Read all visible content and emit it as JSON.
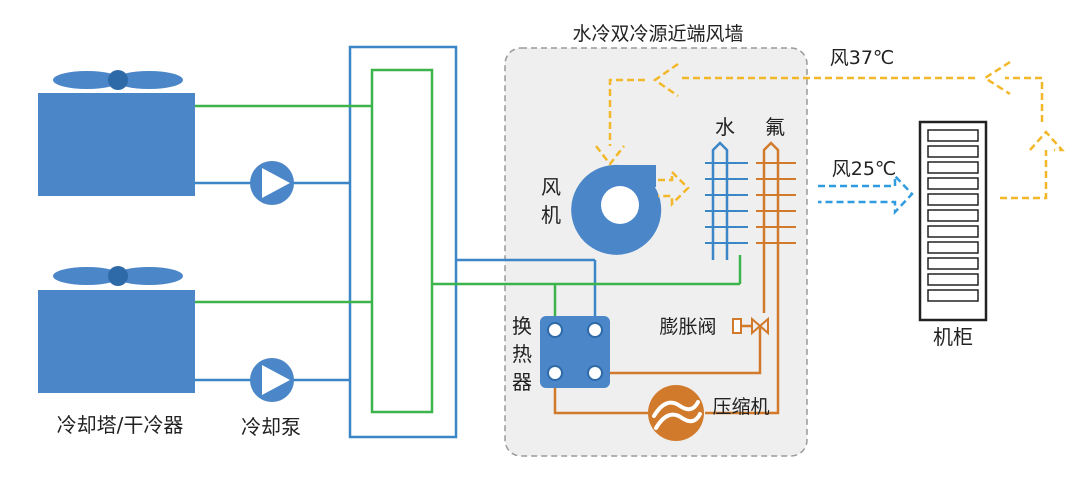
{
  "title": "水冷双冷源近端风墙",
  "labels": {
    "cooling_tower": "冷却塔/干冷器",
    "cooling_pump": "冷却泵",
    "heat_exchanger": [
      "换",
      "热",
      "器"
    ],
    "fan": [
      "风",
      "机"
    ],
    "water": "水",
    "fluorine": "氟",
    "expansion_valve": "膨胀阀",
    "compressor": "压缩机",
    "cabinet": "机柜",
    "return_air": "风37℃",
    "supply_air": "风25℃"
  },
  "icons": {
    "tower": "cooling-tower-fan-icon",
    "pump": "pump-icon",
    "fan": "centrifugal-fan-icon",
    "valve": "expansion-valve-icon",
    "compressor": "compressor-icon",
    "cabinet": "server-rack-icon"
  },
  "colors": {
    "tower": "#4a86c8",
    "tower_dark": "#2f6aa8",
    "water_pipe": "#3b86c6",
    "glycol_pipe": "#3cb44b",
    "refrigerant_pipe": "#d27a2c",
    "hot_air": "#f2b82a",
    "cold_air": "#2f9be0",
    "box_border": "#9a9a9a",
    "box_fill": "#efefef",
    "text": "#222222"
  }
}
